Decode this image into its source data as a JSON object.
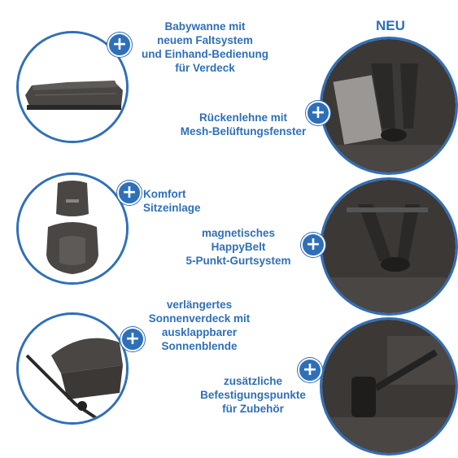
{
  "badge": "NEU",
  "features": [
    {
      "label": "Babywanne mit\nneuem Faltsystem\nund Einhand-Bedienung\nfür Verdeck"
    },
    {
      "label": "Komfort\nSitzeinlage"
    },
    {
      "label": "verlängertes\nSonnenverdeck mit\nausklappbarer\nSonnenblende"
    },
    {
      "label": "Rückenlehne mit\nMesh-Belüftungsfenster"
    },
    {
      "label": "magnetisches\nHappyBelt\n5-Punkt-Gurtsystem"
    },
    {
      "label": "zusätzliche\nBefestigungspunkte\nfür Zubehör"
    }
  ],
  "colors": {
    "accent": "#2f6fb8",
    "fabric": "#3b3836",
    "fabric_light": "#5a5653"
  },
  "plus_symbol": "+"
}
